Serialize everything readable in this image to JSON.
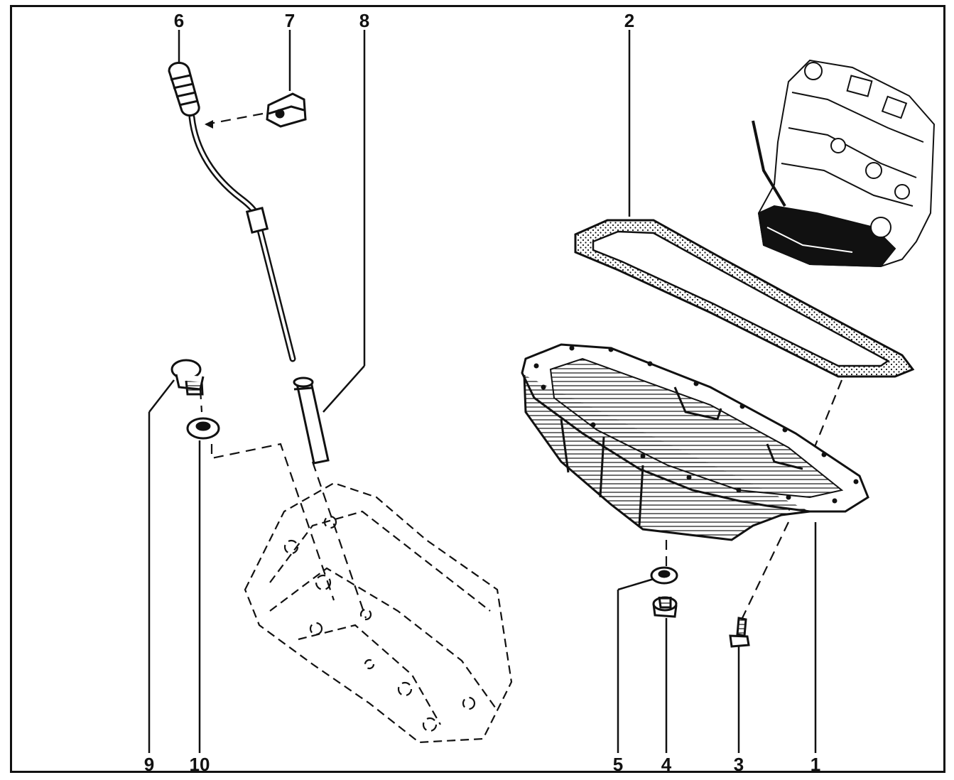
{
  "diagram": {
    "callouts": {
      "c1": "1",
      "c2": "2",
      "c3": "3",
      "c4": "4",
      "c5": "5",
      "c6": "6",
      "c7": "7",
      "c8": "8",
      "c9": "9",
      "c10": "10"
    },
    "parts": [
      {
        "id": "1",
        "name": "oil-pan"
      },
      {
        "id": "2",
        "name": "oil-pan-gasket"
      },
      {
        "id": "3",
        "name": "oil-pan-bolt"
      },
      {
        "id": "4",
        "name": "drain-plug"
      },
      {
        "id": "5",
        "name": "drain-plug-washer"
      },
      {
        "id": "6",
        "name": "dipstick"
      },
      {
        "id": "7",
        "name": "dipstick-clip"
      },
      {
        "id": "8",
        "name": "dipstick-guide-tube"
      },
      {
        "id": "9",
        "name": "plug"
      },
      {
        "id": "10",
        "name": "plug-washer"
      }
    ],
    "colors": {
      "ink": "#111111",
      "paper": "#ffffff"
    }
  }
}
